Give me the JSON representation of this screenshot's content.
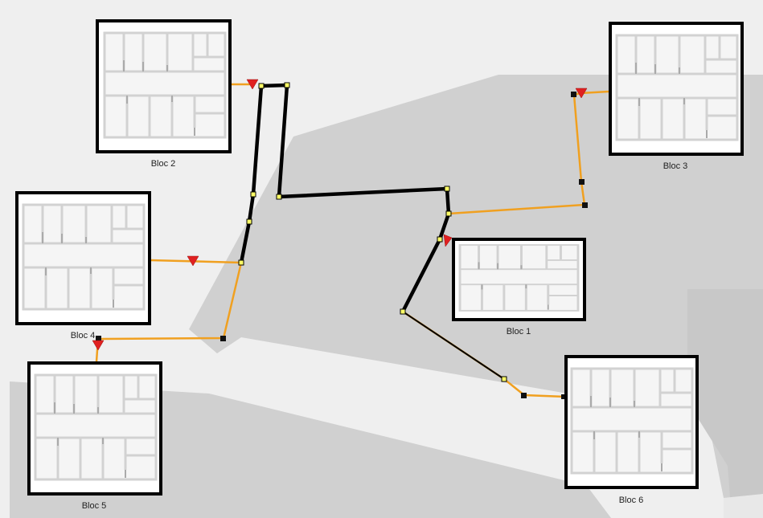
{
  "map": {
    "background_color": "#efefef",
    "ground_color": "#d0d0d0",
    "ground_color_dark": "#c9c9c9"
  },
  "blocs": [
    {
      "id": "bloc-1",
      "label": "Bloc 1"
    },
    {
      "id": "bloc-2",
      "label": "Bloc 2"
    },
    {
      "id": "bloc-3",
      "label": "Bloc 3"
    },
    {
      "id": "bloc-4",
      "label": "Bloc 4"
    },
    {
      "id": "bloc-5",
      "label": "Bloc 5"
    },
    {
      "id": "bloc-6",
      "label": "Bloc 6"
    }
  ],
  "colors": {
    "cable": "#f0a020",
    "selected_route": "#000000",
    "marker": "#e02020",
    "vertex_handle": "#ffff66",
    "frame": "#000000",
    "floorplan_wall": "#d2d2d2",
    "floorplan_floor": "#f5f5f5"
  },
  "icons": {
    "marker": "red-triangle-marker-icon",
    "vertex": "vertex-handle-icon",
    "node": "junction-node-icon"
  }
}
